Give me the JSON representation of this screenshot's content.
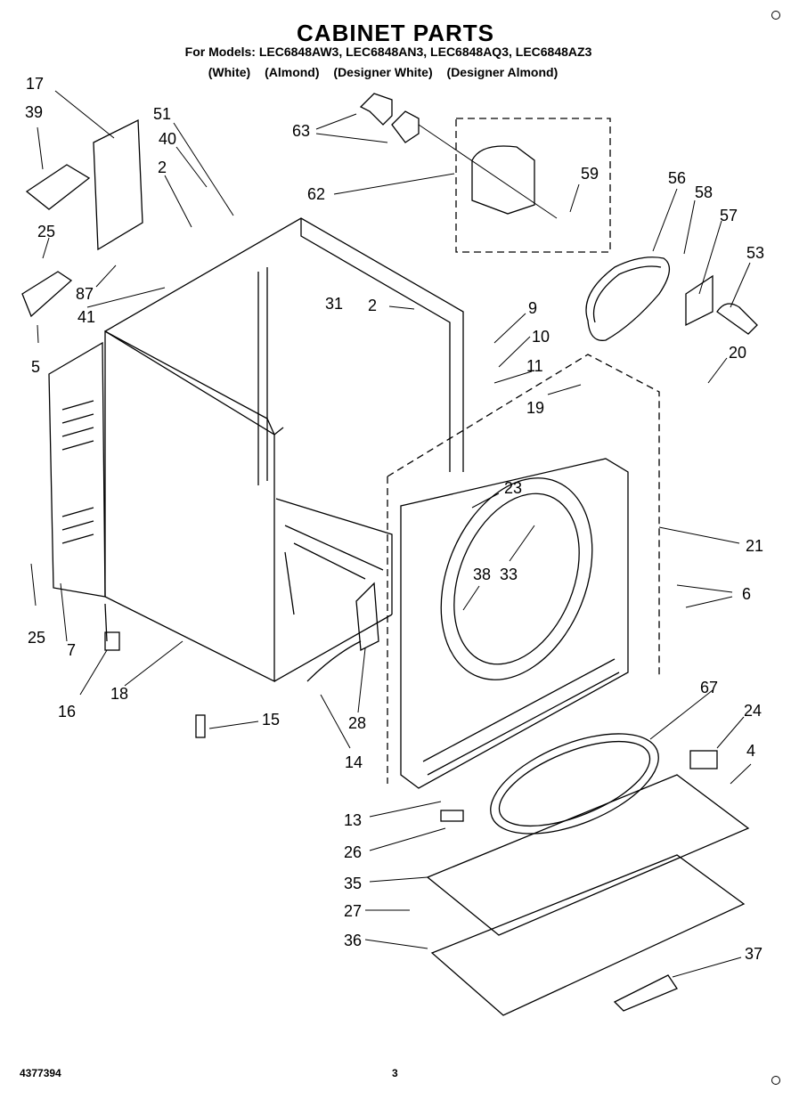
{
  "header": {
    "title": "CABINET PARTS",
    "models_line": "For Models: LEC6848AW3, LEC6848AN3, LEC6848AQ3, LEC6848AZ3",
    "colors": [
      "(White)",
      "(Almond)",
      "(Designer White)",
      "(Designer Almond)"
    ]
  },
  "callouts": {
    "c17": "17",
    "c39": "39",
    "c51": "51",
    "c40": "40",
    "c2a": "2",
    "c25a": "25",
    "c87": "87",
    "c41": "41",
    "c5": "5",
    "c63": "63",
    "c62": "62",
    "c59": "59",
    "c56": "56",
    "c58": "58",
    "c57": "57",
    "c53": "53",
    "c31": "31",
    "c2b": "2",
    "c9": "9",
    "c10": "10",
    "c11": "11",
    "c19": "19",
    "c20": "20",
    "c23": "23",
    "c21": "21",
    "c33": "33",
    "c38": "38",
    "c6": "6",
    "c25b": "25",
    "c7": "7",
    "c16": "16",
    "c18": "18",
    "c15": "15",
    "c28": "28",
    "c14": "14",
    "c67": "67",
    "c24": "24",
    "c4": "4",
    "c13": "13",
    "c26": "26",
    "c35": "35",
    "c27": "27",
    "c36": "36",
    "c37": "37"
  },
  "footer": {
    "doc_number": "4377394",
    "page_number": "3"
  }
}
